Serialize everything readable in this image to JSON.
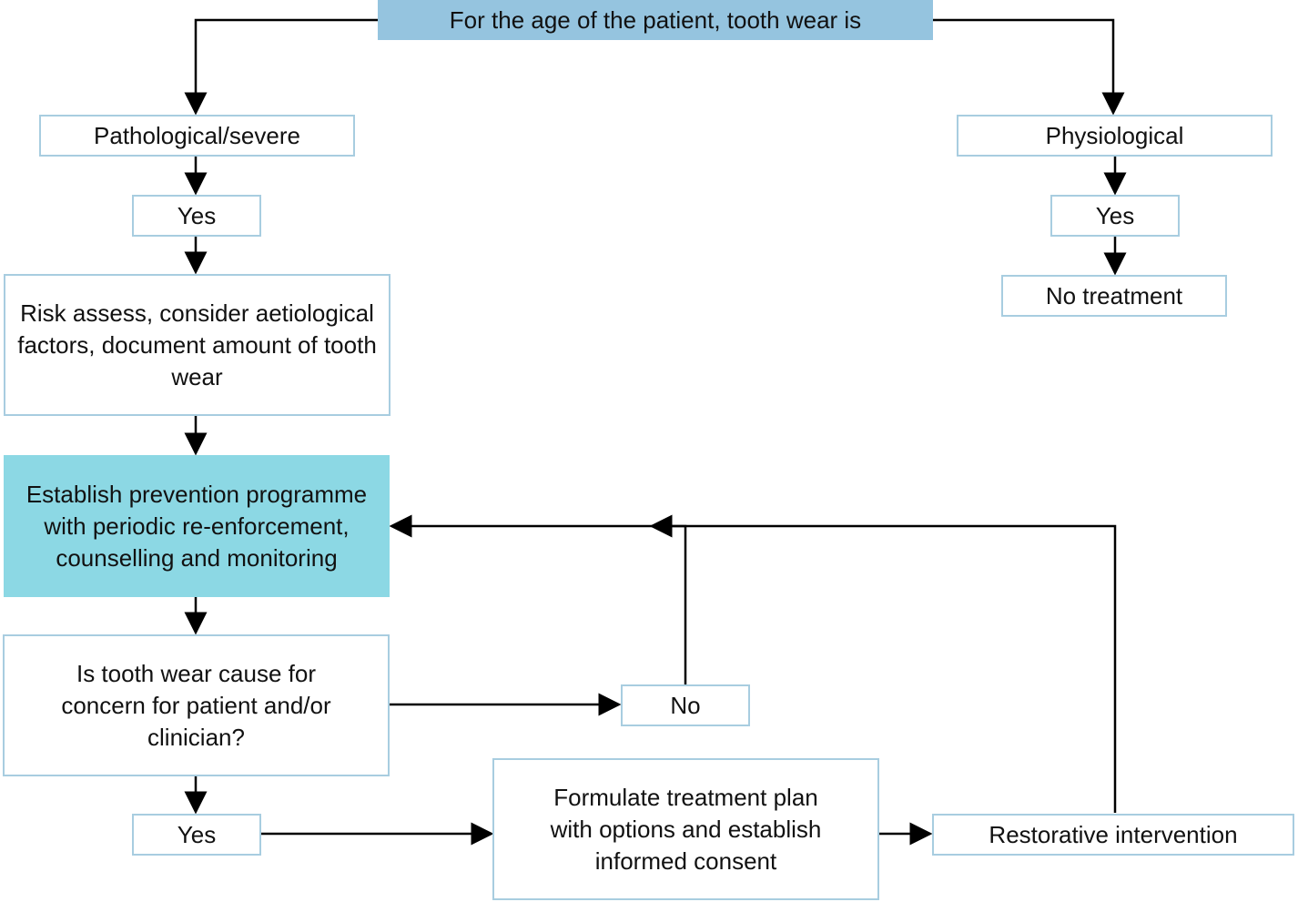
{
  "boxes": {
    "top": "For the age of the patient, tooth wear is",
    "pathological": "Pathological/severe",
    "physiological": "Physiological",
    "yes_left": "Yes",
    "yes_right": "Yes",
    "no_treatment": "No treatment",
    "risk_assess": "Risk assess, consider aetiological factors, document amount of tooth wear",
    "prevention": "Establish prevention programme with periodic re-enforcement, counselling and monitoring",
    "concern": "Is tooth wear cause for concern for patient and/or clinician?",
    "no": "No",
    "yes_bottom": "Yes",
    "formulate": "Formulate treatment plan with options and establish informed consent",
    "restorative": "Restorative intervention"
  },
  "colors": {
    "header_fill": "#95c4df",
    "highlight_fill": "#8cd8e4",
    "box_border": "#a8cde0",
    "arrow": "#000000"
  }
}
